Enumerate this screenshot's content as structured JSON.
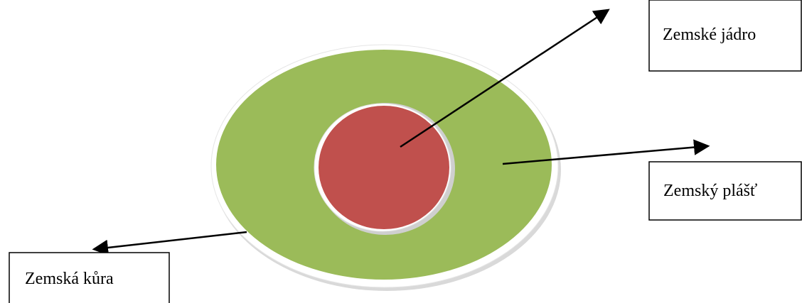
{
  "diagram": {
    "labels": {
      "core": "Zemské jádro",
      "mantle": "Zemský plášť",
      "crust": "Zemská kůra"
    },
    "colors": {
      "mantle_fill": "#9bbb59",
      "core_fill": "#c0504d",
      "border_white": "#ffffff",
      "shadow": "#d9d9d9",
      "arrow": "#000000"
    }
  }
}
